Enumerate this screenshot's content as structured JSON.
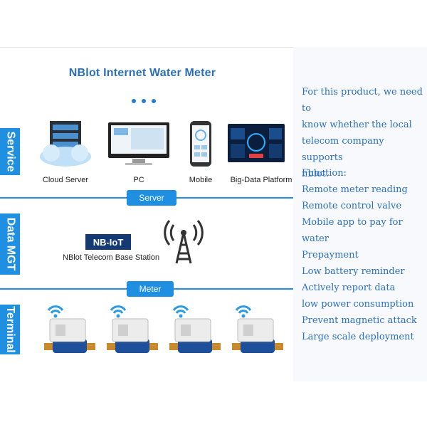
{
  "title": "NBlot Internet  Water Meter",
  "sections": {
    "service": "Service",
    "data_mgt": "Data MGT",
    "terminal": "Terminal"
  },
  "buttons": {
    "server": "Server",
    "meter": "Meter"
  },
  "service_items": [
    {
      "label": "Cloud Server",
      "icon": "cloud-server-icon"
    },
    {
      "label": "PC",
      "icon": "pc-monitor-icon"
    },
    {
      "label": "Mobile",
      "icon": "mobile-phone-icon"
    },
    {
      "label": "Big-Data Platform",
      "icon": "dashboard-screen-icon"
    }
  ],
  "data_mgt": {
    "logo_text": "NB-IoT",
    "station_label": "NBlot Telecom Base Station"
  },
  "right_panel": {
    "intro": [
      "For this product, we need to",
      "know whether the local",
      "telecom company supports",
      "nblot."
    ],
    "function_title": "Function:",
    "functions": [
      "Remote meter reading",
      "Remote control valve",
      "Mobile app to pay for water",
      "Prepayment",
      "Low battery reminder",
      "Actively report data",
      "low power consumption",
      "Prevent magnetic attack",
      "Large scale deployment"
    ]
  },
  "colors": {
    "accent": "#1f8fe2",
    "title": "#2b6fb7",
    "right_text": "#2a70c2"
  }
}
